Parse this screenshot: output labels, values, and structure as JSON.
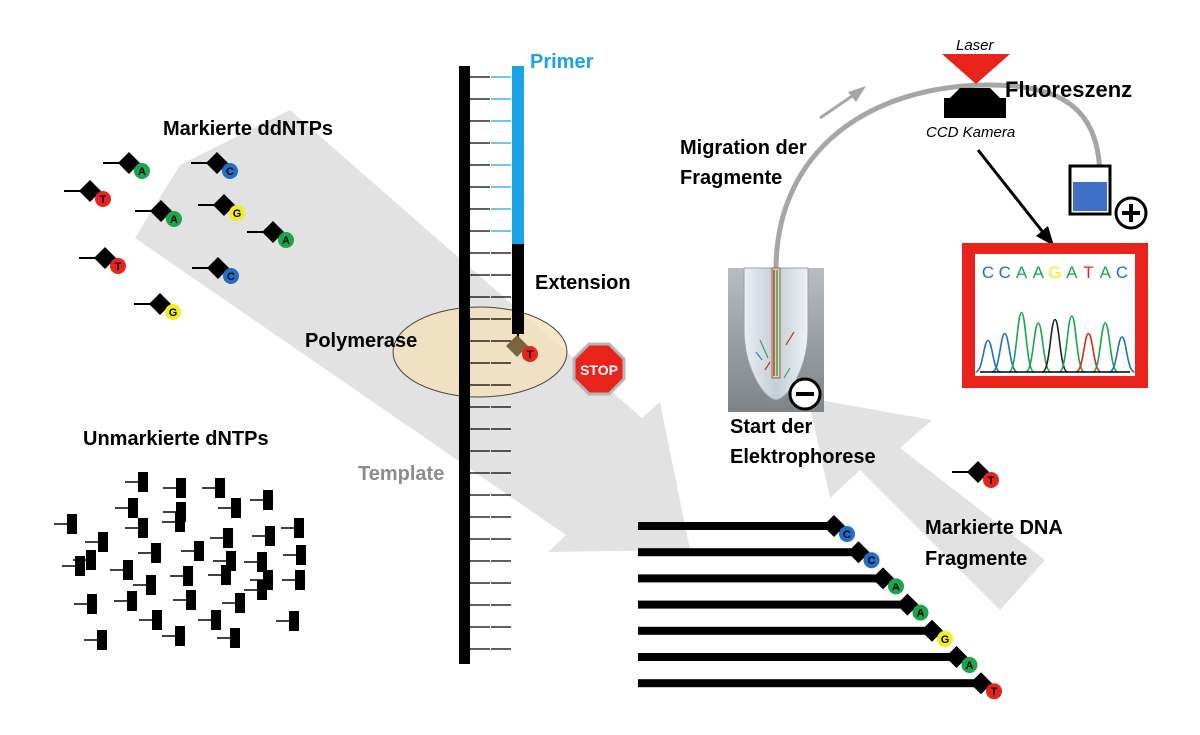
{
  "labels": {
    "primer": "Primer",
    "markierte_ddntps": "Markierte ddNTPs",
    "extension": "Extension",
    "polymerase": "Polymerase",
    "unmarkierte_dntps": "Unmarkierte dNTPs",
    "template": "Template",
    "stop": "STOP",
    "laser": "Laser",
    "fluoreszenz": "Fluoreszenz",
    "ccd_kamera": "CCD Kamera",
    "migration_line1": "Migration der",
    "migration_line2": "Fragmente",
    "start_line1": "Start der",
    "start_line2": "Elektrophorese",
    "markierte_dna_line1": "Markierte DNA",
    "markierte_dna_line2": "Fragmente",
    "minus": "−",
    "plus": "+"
  },
  "sequence_readout": "CCAAGATAC",
  "nucleotide_colors": {
    "A": "#1aa64b",
    "C": "#1f6fc6",
    "G": "#f2ee1c",
    "T": "#e8231b"
  },
  "colors": {
    "primer": "#1ba3e8",
    "arrow": "#e2e2e2",
    "polymerase": "#f3e0b5",
    "readout_frame": "#e8231b",
    "laser": "#e8231b",
    "buffer": "#3f6fc6",
    "label_blue": "#1ba3e8",
    "template_label": "#8c8c8c"
  },
  "ddntps_free": [
    "A",
    "C",
    "T",
    "A",
    "G",
    "A",
    "T",
    "C",
    "G"
  ],
  "fragments": [
    "C",
    "C",
    "A",
    "A",
    "G",
    "A",
    "T"
  ],
  "incorporated": "T",
  "stray_fragment": "T"
}
